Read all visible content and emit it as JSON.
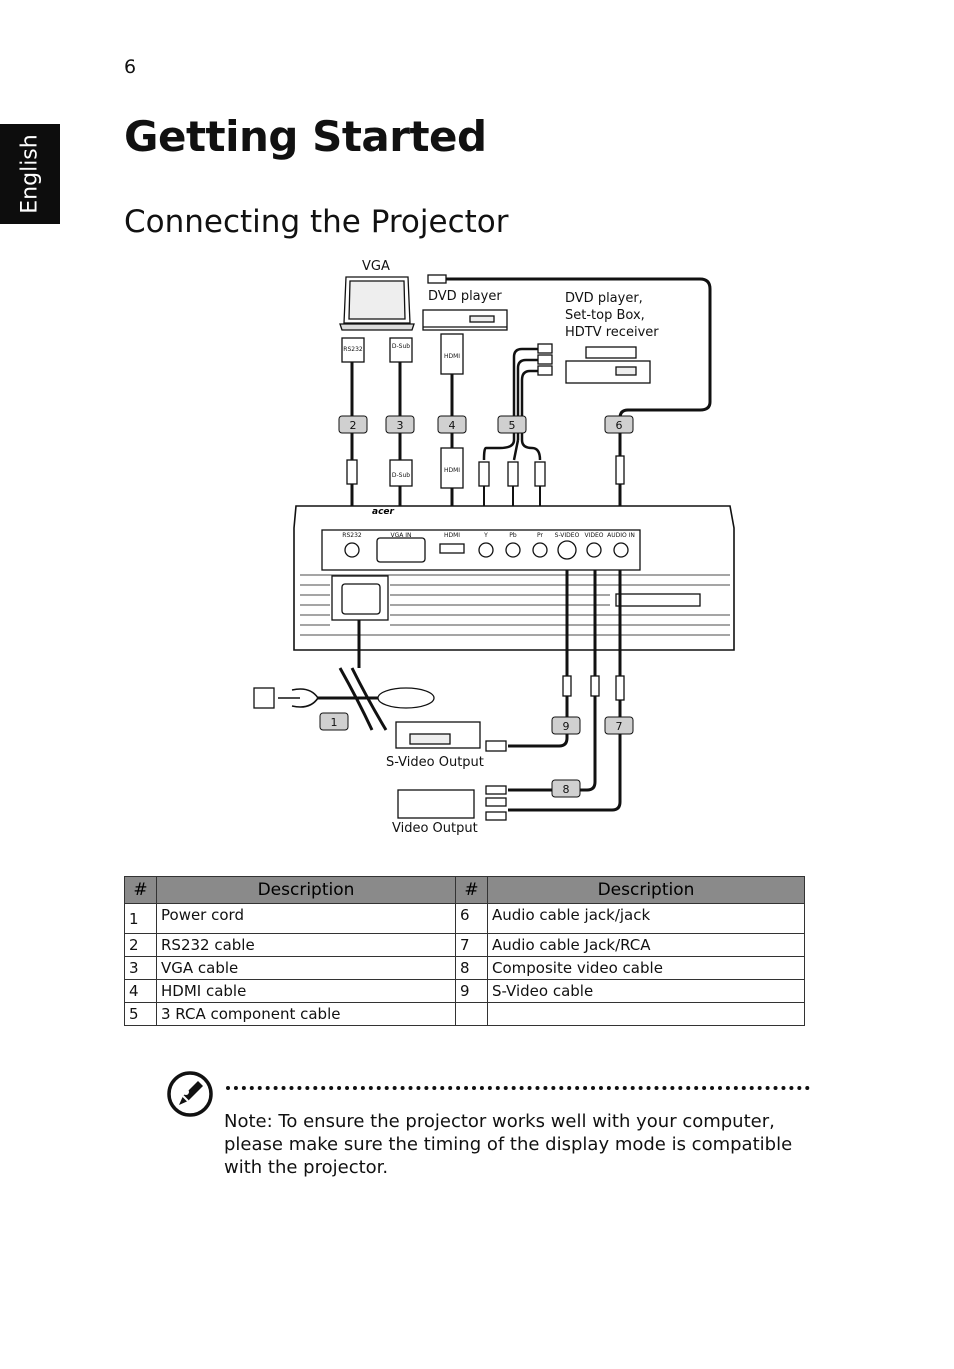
{
  "page_number": "6",
  "side_tab": "English",
  "title": "Getting Started",
  "section_title": "Connecting the Projector",
  "diagram": {
    "labels": {
      "vga": "VGA",
      "dvd_player": "DVD player",
      "dvd_stb_1": "DVD player,",
      "dvd_stb_2": "Set-top Box,",
      "dvd_stb_3": "HDTV receiver",
      "svideo_output": "S-Video Output",
      "video_output": "Video Output",
      "rs232": "RS232",
      "dsub": "D-Sub",
      "hdmi": "HDMI",
      "vga_in": "VGA IN",
      "port_y": "Y",
      "port_pb": "Pb",
      "port_pr": "Pr",
      "port_svideo": "S-VIDEO",
      "port_video": "VIDEO",
      "port_audio_in": "AUDIO IN",
      "brand": "acer"
    },
    "callouts": [
      "1",
      "2",
      "3",
      "4",
      "5",
      "6",
      "7",
      "8",
      "9"
    ]
  },
  "table": {
    "headers": [
      "#",
      "Description",
      "#",
      "Description"
    ],
    "rows": [
      [
        "1",
        "Power cord",
        "6",
        "Audio cable jack/jack"
      ],
      [
        "2",
        "RS232 cable",
        "7",
        "Audio cable Jack/RCA"
      ],
      [
        "3",
        "VGA cable",
        "8",
        "Composite video cable"
      ],
      [
        "4",
        "HDMI cable",
        "9",
        "S-Video cable"
      ],
      [
        "5",
        "3 RCA component cable",
        "",
        ""
      ]
    ]
  },
  "note": {
    "label": "Note:",
    "text": "To ensure the projector works well with your computer, please make sure the timing of the display mode is compatible with the projector."
  }
}
